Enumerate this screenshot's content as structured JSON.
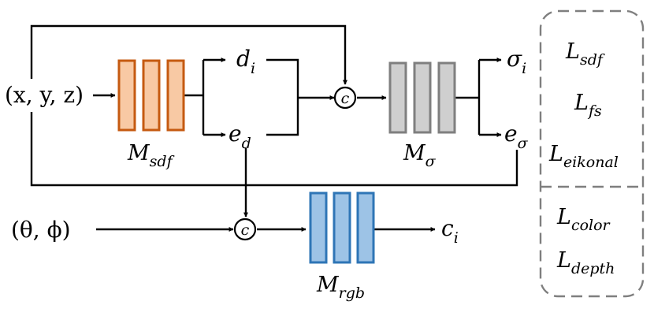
{
  "inputs": {
    "position": "(x, y, z)",
    "direction": "(θ, ϕ)"
  },
  "concat_symbol": "c",
  "networks": {
    "sdf": {
      "base": "M",
      "sub": "sdf"
    },
    "sigma": {
      "base": "M",
      "sub": "σ"
    },
    "rgb": {
      "base": "M",
      "sub": "rgb"
    }
  },
  "signals": {
    "d": {
      "base": "d",
      "sub": "i"
    },
    "e_d": {
      "base": "e",
      "sub": "d"
    },
    "sigma": {
      "base": "σ",
      "sub": "i"
    },
    "e_sigma": {
      "base": "e",
      "sub": "σ"
    },
    "c": {
      "base": "c",
      "sub": "i"
    }
  },
  "losses_group1": [
    {
      "base": "L",
      "sub": "sdf"
    },
    {
      "base": "L",
      "sub": "fs"
    },
    {
      "base": "L",
      "sub": "eikonal"
    }
  ],
  "losses_group2": [
    {
      "base": "L",
      "sub": "color"
    },
    {
      "base": "L",
      "sub": "depth"
    }
  ],
  "colors": {
    "sdf_fill": "#f8c9a4",
    "sdf_stroke": "#c55a11",
    "sigma_fill": "#cfcfcf",
    "sigma_stroke": "#7f7f7f",
    "rgb_fill": "#9dc3e6",
    "rgb_stroke": "#2e75b6",
    "dash": "#7f7f7f"
  }
}
